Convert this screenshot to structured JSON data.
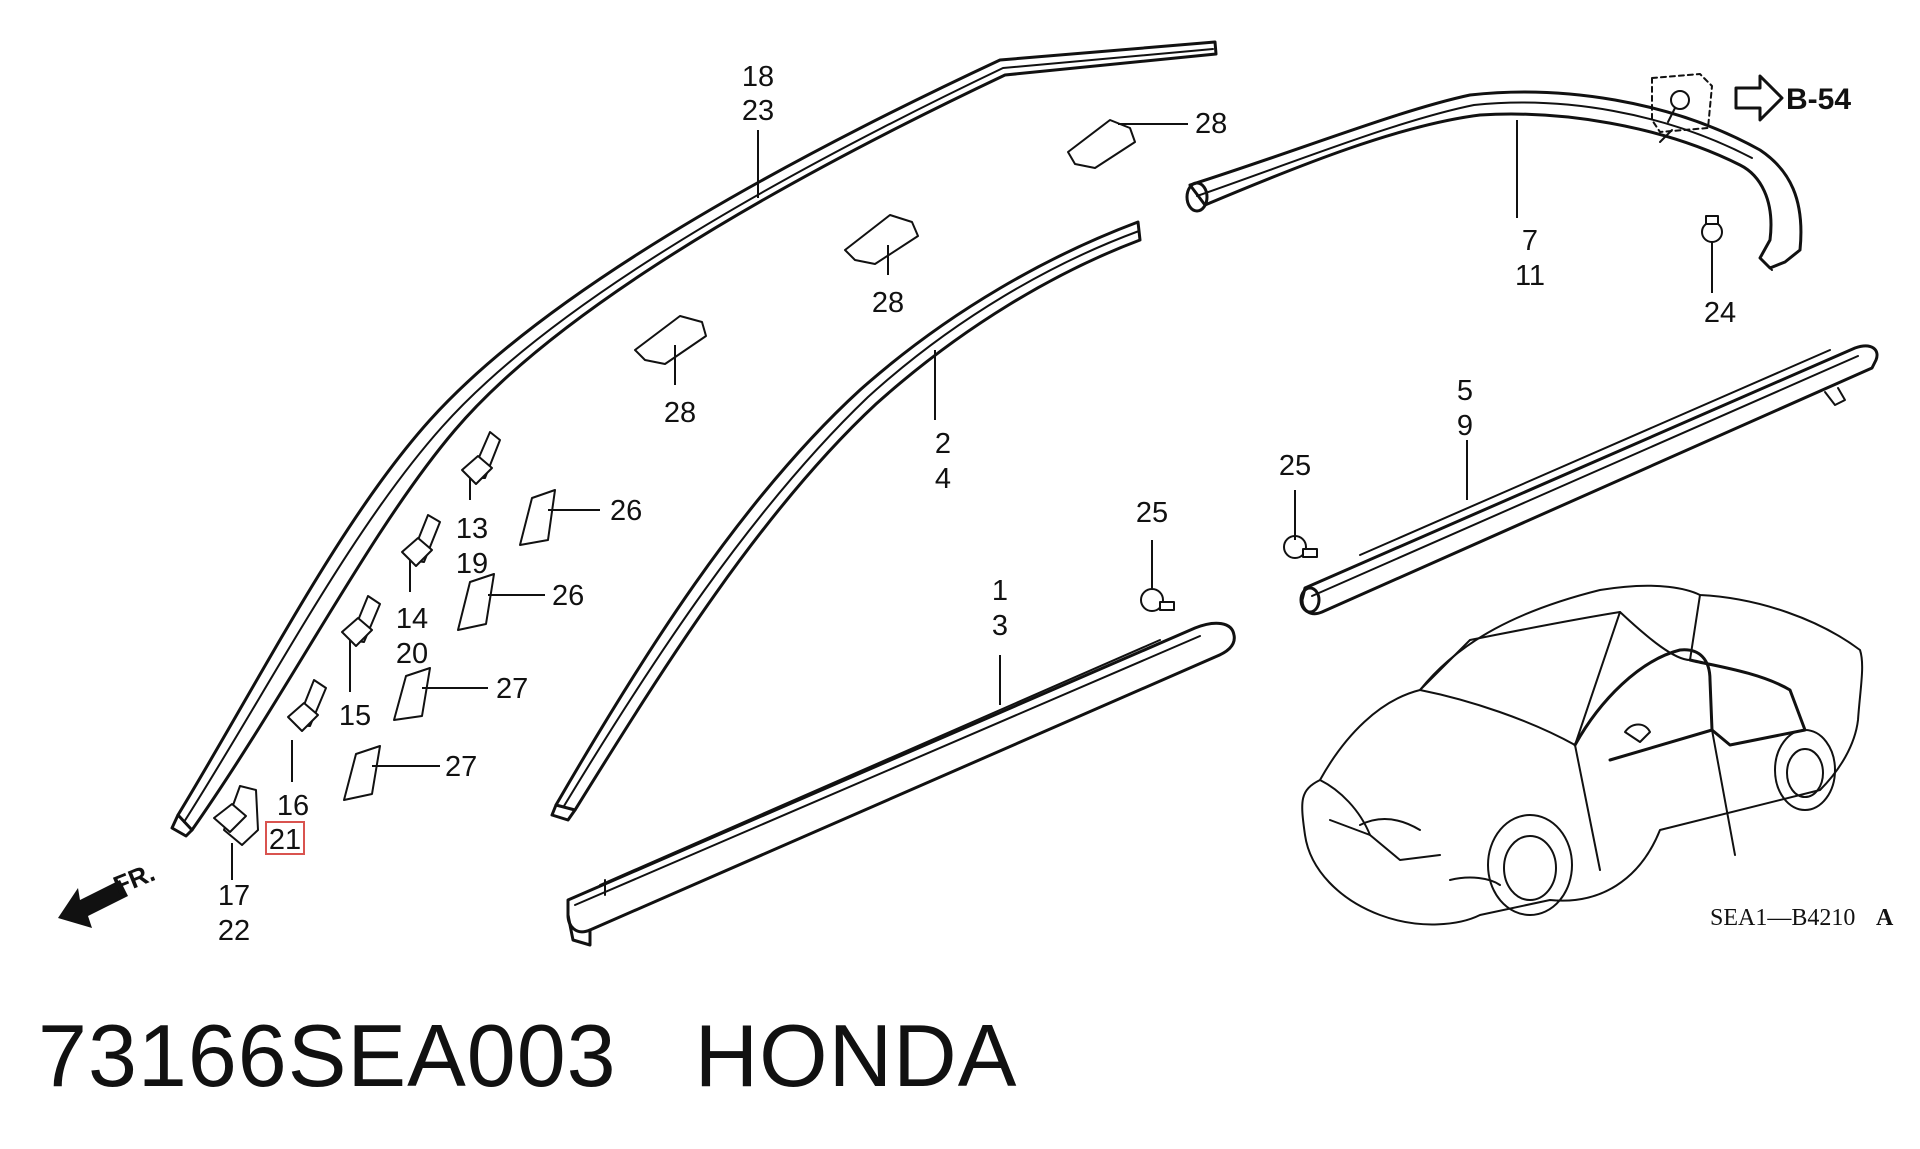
{
  "diagram": {
    "callouts": {
      "c18": "18",
      "c23": "23",
      "c28a": "28",
      "c28b": "28",
      "c28c": "28",
      "c7": "7",
      "c11": "11",
      "c24": "24",
      "c2": "2",
      "c4": "4",
      "c13": "13",
      "c19": "19",
      "c26a": "26",
      "c26b": "26",
      "c14": "14",
      "c20": "20",
      "c15": "15",
      "c27a": "27",
      "c27b": "27",
      "c16": "16",
      "c21": "21",
      "c17": "17",
      "c22": "22",
      "c1": "1",
      "c3": "3",
      "c25a": "25",
      "c25b": "25",
      "c5": "5",
      "c9": "9"
    },
    "highlighted_callout": "21",
    "highlight_color": "#d9534f",
    "reference": "B-54",
    "front_arrow_label": "FR.",
    "drawing_code": "SEA1—B4210",
    "drawing_revision": "A"
  },
  "footer": {
    "part_number": "73166SEA003",
    "brand": "HONDA"
  }
}
